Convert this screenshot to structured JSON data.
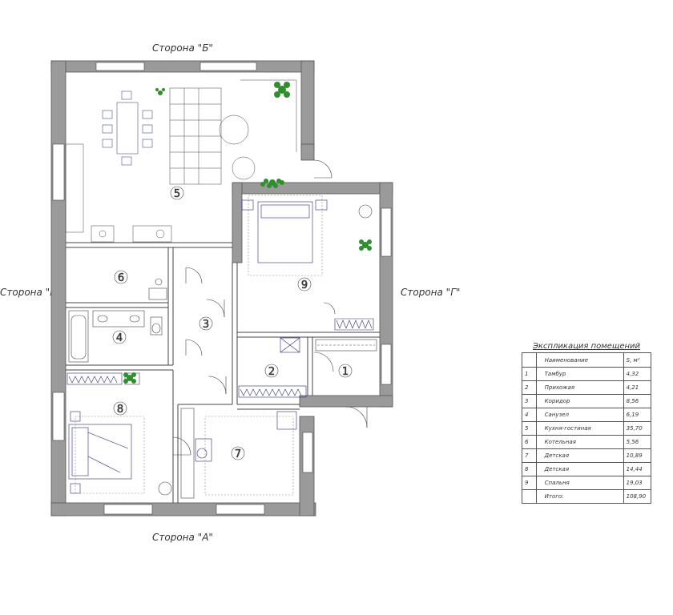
{
  "sides": {
    "top": "Сторона \"Б\"",
    "left": "Сторона \"В\"",
    "right": "Сторона \"Г\"",
    "bottom": "Сторона \"А\""
  },
  "room_numbers": [
    "1",
    "2",
    "3",
    "4",
    "5",
    "6",
    "7",
    "8",
    "9"
  ],
  "explication": {
    "title": "Экспликация помещений",
    "header": {
      "num": "",
      "name": "Наименование",
      "area": "S, м²"
    },
    "rows": [
      {
        "num": "1",
        "name": "Тамбур",
        "area": "4,32"
      },
      {
        "num": "2",
        "name": "Прихожая",
        "area": "4,21"
      },
      {
        "num": "3",
        "name": "Коридор",
        "area": "8,56"
      },
      {
        "num": "4",
        "name": "Санузел",
        "area": "6,19"
      },
      {
        "num": "5",
        "name": "Кухня-гостиная",
        "area": "35,70"
      },
      {
        "num": "6",
        "name": "Котельная",
        "area": "5,56"
      },
      {
        "num": "7",
        "name": "Детская",
        "area": "10,89"
      },
      {
        "num": "8",
        "name": "Детская",
        "area": "14,44"
      },
      {
        "num": "9",
        "name": "Спальня",
        "area": "19,03"
      }
    ],
    "total": {
      "name": "Итого:",
      "area": "108,90"
    }
  },
  "colors": {
    "wall": "#9a9a9a",
    "line": "#444444",
    "furniture": "#2a2a7a",
    "plant": "#2f8f2f"
  }
}
